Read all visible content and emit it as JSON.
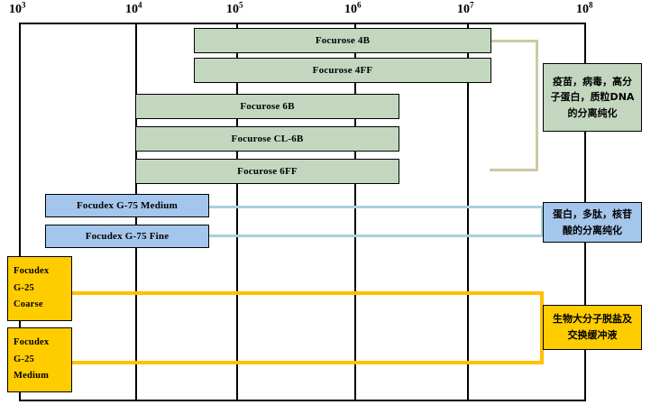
{
  "chart_data": {
    "type": "bar",
    "title": "",
    "xlabel": "",
    "ylabel": "",
    "orientation": "horizontal",
    "scale": "log",
    "xlim": [
      1000,
      100000000
    ],
    "grid": true,
    "legend": "none",
    "axis_ticks": [
      {
        "label": "10",
        "exp": "3",
        "value": 1000,
        "x": 21
      },
      {
        "label": "10",
        "exp": "4",
        "value": 10000,
        "x": 150
      },
      {
        "label": "10",
        "exp": "5",
        "value": 100000,
        "x": 262
      },
      {
        "label": "10",
        "exp": "6",
        "value": 1000000,
        "x": 393
      },
      {
        "label": "10",
        "exp": "7",
        "value": 10000000,
        "x": 518
      },
      {
        "label": "10",
        "exp": "8",
        "value": 100000000,
        "x": 650
      }
    ],
    "bars": [
      {
        "name": "Focurose 4B",
        "group": "agarose",
        "color": "#c3d7bf",
        "x_start": 60000,
        "x_end": 20000000
      },
      {
        "name": "Focurose 4FF",
        "group": "agarose",
        "color": "#c3d7bf",
        "x_start": 60000,
        "x_end": 20000000
      },
      {
        "name": "Focurose 6B",
        "group": "agarose",
        "color": "#c3d7bf",
        "x_start": 10000,
        "x_end": 4000000
      },
      {
        "name": "Focurose CL-6B",
        "group": "agarose",
        "color": "#c3d7bf",
        "x_start": 10000,
        "x_end": 4000000
      },
      {
        "name": "Focurose 6FF",
        "group": "agarose",
        "color": "#c3d7bf",
        "x_start": 10000,
        "x_end": 4000000
      },
      {
        "name": "Focudex G-75 Medium",
        "group": "dextran",
        "color": "#a4c6ec",
        "x_start": 1300,
        "x_end": 80000
      },
      {
        "name": "Focudex G-75 Fine",
        "group": "dextran",
        "color": "#a4c6ec",
        "x_start": 1300,
        "x_end": 80000
      },
      {
        "name": "Focudex G-25 Coarse",
        "group": "desalt",
        "color": "#ffcc00",
        "x_start": 1000,
        "x_end": 5000
      },
      {
        "name": "Focudex G-25 Medium",
        "group": "desalt",
        "color": "#ffcc00",
        "x_start": 1000,
        "x_end": 5000
      }
    ],
    "annotations": [
      {
        "group": "agarose",
        "text": "疫苗，病毒，高分子蛋白，质粒DNA的分离纯化",
        "color": "#c3d7bf"
      },
      {
        "group": "dextran",
        "text": "蛋白，多肽，核苷酸的分离纯化",
        "color": "#a4c6ec"
      },
      {
        "group": "desalt",
        "text": "生物大分子脱盐及交换缓冲液",
        "color": "#ffcc00"
      }
    ]
  },
  "bars": {
    "b0": "Focurose 4B",
    "b1": "Focurose 4FF",
    "b2": "Focurose 6B",
    "b3": "Focurose CL-6B",
    "b4": "Focurose 6FF",
    "b5": "Focudex G-75 Medium",
    "b6": "Focudex G-75 Fine",
    "b7": {
      "l1": "Focudex",
      "l2": "G-25",
      "l3": "Coarse"
    },
    "b8": {
      "l1": "Focudex",
      "l2": "G-25",
      "l3": "Medium"
    }
  },
  "ticks": {
    "t0": {
      "base": "10",
      "exp": "3"
    },
    "t1": {
      "base": "10",
      "exp": "4"
    },
    "t2": {
      "base": "10",
      "exp": "5"
    },
    "t3": {
      "base": "10",
      "exp": "6"
    },
    "t4": {
      "base": "10",
      "exp": "7"
    },
    "t5": {
      "base": "10",
      "exp": "8"
    }
  },
  "callouts": {
    "c0": "疫苗，病毒，高分子蛋白，质粒DNA的分离纯化",
    "c1": "蛋白，多肽，核苷酸的分离纯化",
    "c2": "生物大分子脱盐及交换缓冲液"
  },
  "colors": {
    "agarose": "#c3d7bf",
    "dextran": "#a4c6ec",
    "desalt": "#ffcc00",
    "bracket_green": "#cdc9a5",
    "bracket_blue": "#a9cfe0",
    "bracket_yellow": "#ffc000",
    "frame": "#000000"
  }
}
